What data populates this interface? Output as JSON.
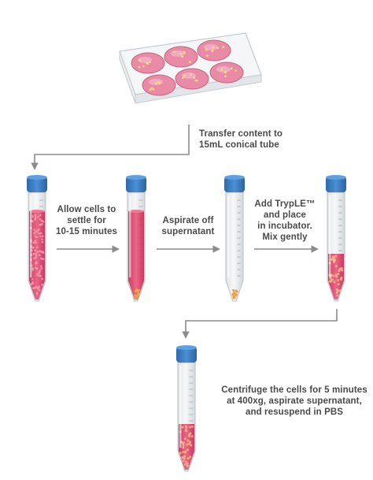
{
  "steps": {
    "transfer": "Transfer content to\n15mL conical tube",
    "settle": "Allow cells to\nsettle for\n10-15 minutes",
    "aspirate": "Aspirate off\nsupernatant",
    "tryple": "Add TrypLE™\nand place\nin incubator.\nMix gently",
    "centrifuge": "Centrifuge the cells for 5 minutes\nat 400xg, aspirate supernatant,\nand resuspend in PBS"
  },
  "colors": {
    "arrow": "#8c8c8c",
    "cap": "#3b7cc4",
    "tube_glass": "#eef0f1",
    "medium_red": "#e04067",
    "cell_pellet": "#f0a040",
    "plate_well": "#e98aa6",
    "text": "#4a4a4a"
  }
}
